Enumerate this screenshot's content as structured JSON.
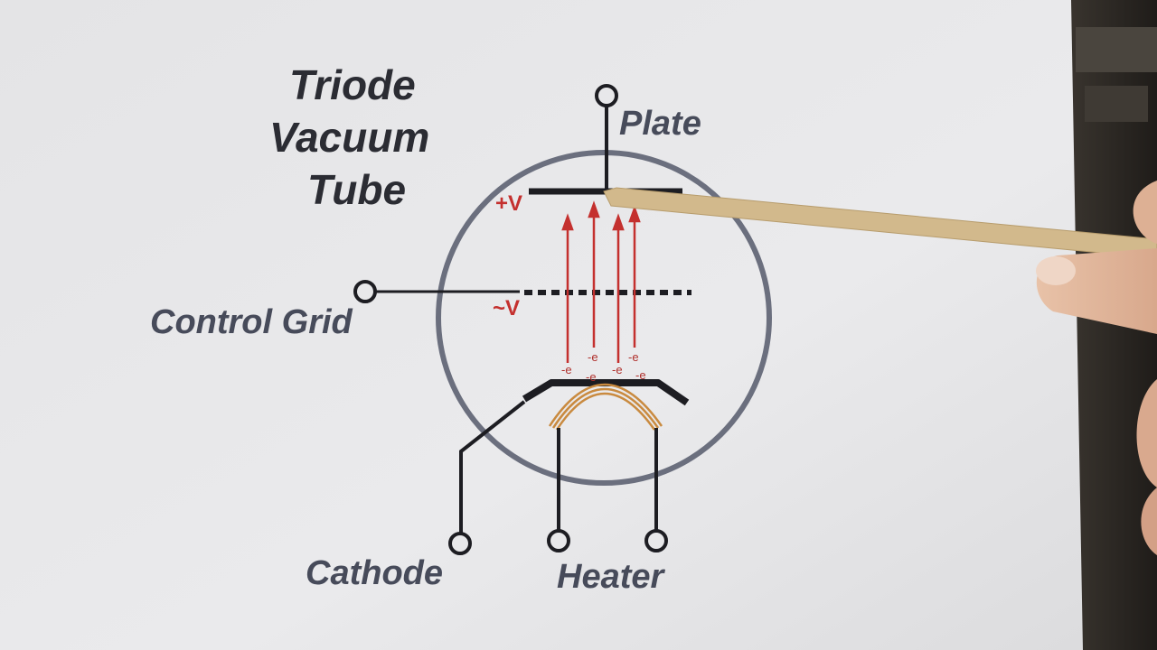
{
  "title": {
    "line1": "Triode",
    "line2": "Vacuum",
    "line3": "Tube"
  },
  "terminals": {
    "plate": "Plate",
    "control_grid": "Control Grid",
    "cathode": "Cathode",
    "heater": "Heater"
  },
  "voltages": {
    "plate": "+V",
    "grid": "~V"
  },
  "electrons": [
    "-e",
    "-e",
    "-e",
    "-e",
    "-e",
    "-e"
  ],
  "colors": {
    "paper": "#e6e6e8",
    "ink": "#2b2c33",
    "label": "#474b5a",
    "envelope": "#6b6f7e",
    "electron_flow": "#c4302e",
    "heater_coil": "#c98a3f",
    "pointer": "#d2b98c"
  }
}
